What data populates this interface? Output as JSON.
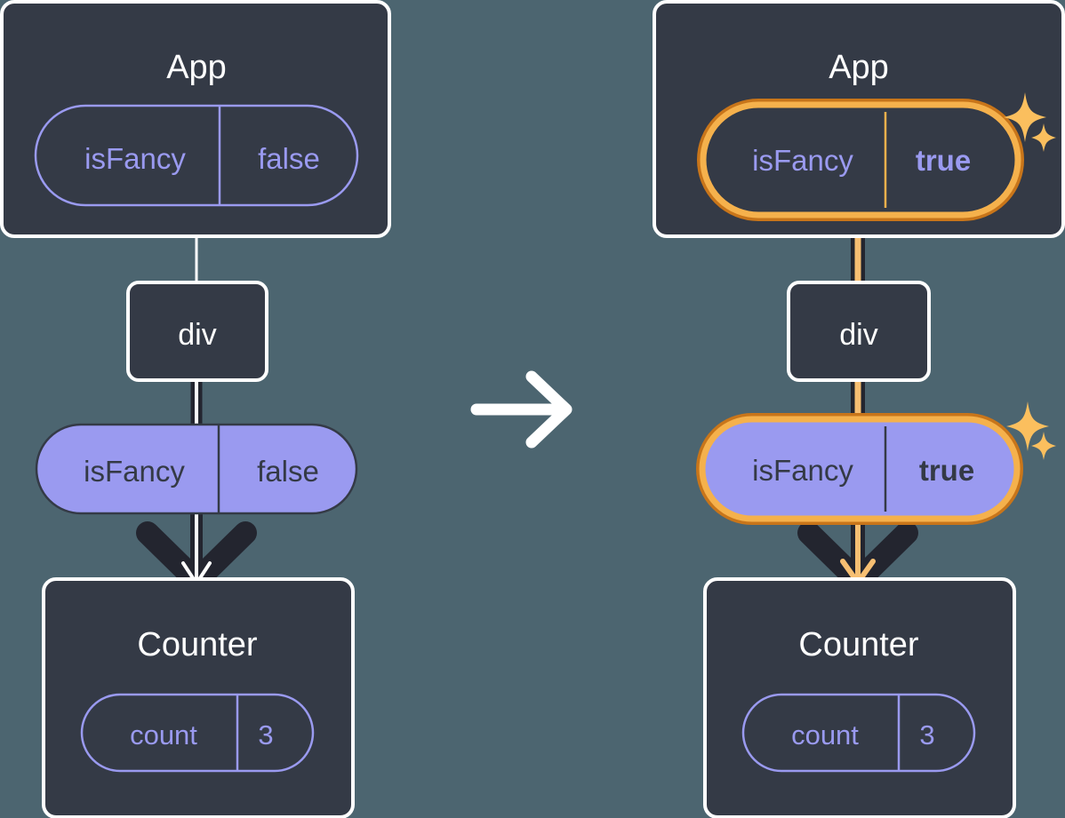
{
  "diagram": {
    "title_semantic": "react-state-update-before-after",
    "background_color": "#4c6570",
    "panels": [
      {
        "id": "before",
        "root": {
          "label": "App",
          "prop": {
            "name": "isFancy",
            "value": "false",
            "highlighted": false
          }
        },
        "middle": {
          "label": "div"
        },
        "passed_prop": {
          "name": "isFancy",
          "value": "false",
          "highlighted": false
        },
        "leaf": {
          "label": "Counter",
          "prop": {
            "name": "count",
            "value": "3",
            "highlighted": false
          }
        },
        "sparkles": false
      },
      {
        "id": "after",
        "root": {
          "label": "App",
          "prop": {
            "name": "isFancy",
            "value": "true",
            "highlighted": true
          }
        },
        "middle": {
          "label": "div"
        },
        "passed_prop": {
          "name": "isFancy",
          "value": "true",
          "highlighted": true
        },
        "leaf": {
          "label": "Counter",
          "prop": {
            "name": "count",
            "value": "3",
            "highlighted": false
          }
        },
        "sparkles": true
      }
    ],
    "transition_arrow": {
      "icon": "arrow-right-icon",
      "color": "#ffffff"
    },
    "colors": {
      "background": "#4c6570",
      "box_fill": "#343a46",
      "box_border": "#ffffff",
      "pill_outline": "#9a9af0",
      "pill_fill": "#9a9af0",
      "pill_text_dark": "#343a46",
      "highlight_outer": "#c8751a",
      "highlight_inner": "#f5b14c",
      "sparkle": "#fbbf5e",
      "edge_dark": "#23252f",
      "edge_light": "#ffffff"
    }
  }
}
